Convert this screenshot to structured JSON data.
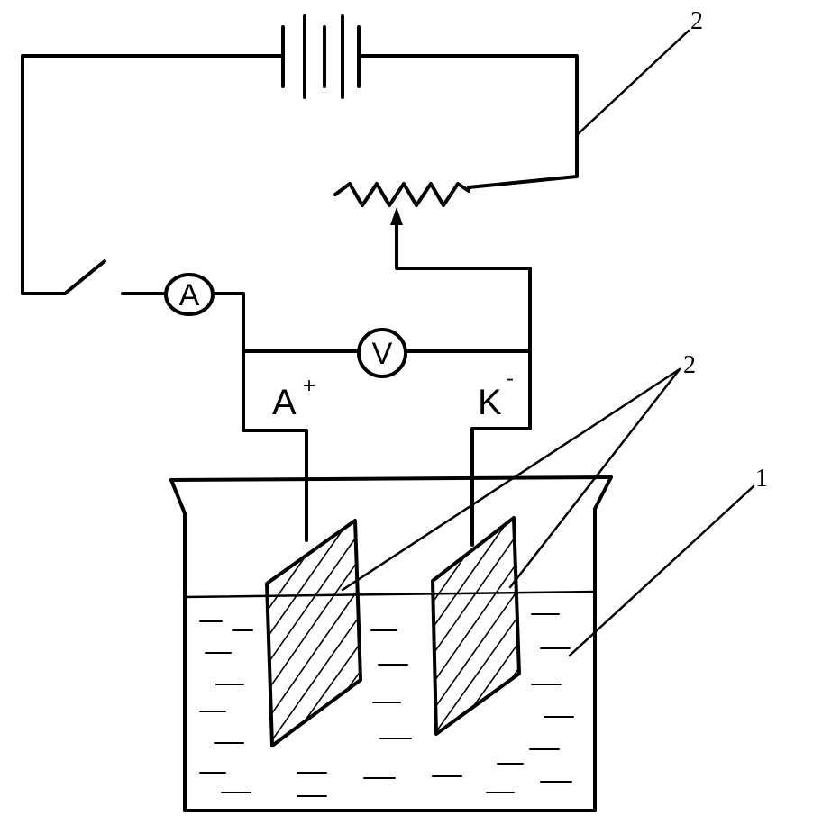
{
  "meters": {
    "ammeter": "A",
    "voltmeter": "V"
  },
  "electrodes": {
    "anode": {
      "letter": "A",
      "sign": "+"
    },
    "cathode": {
      "letter": "K",
      "sign": "-"
    }
  },
  "callouts": {
    "top_right": "2",
    "electrodes": "2",
    "electrolyte": "1"
  }
}
